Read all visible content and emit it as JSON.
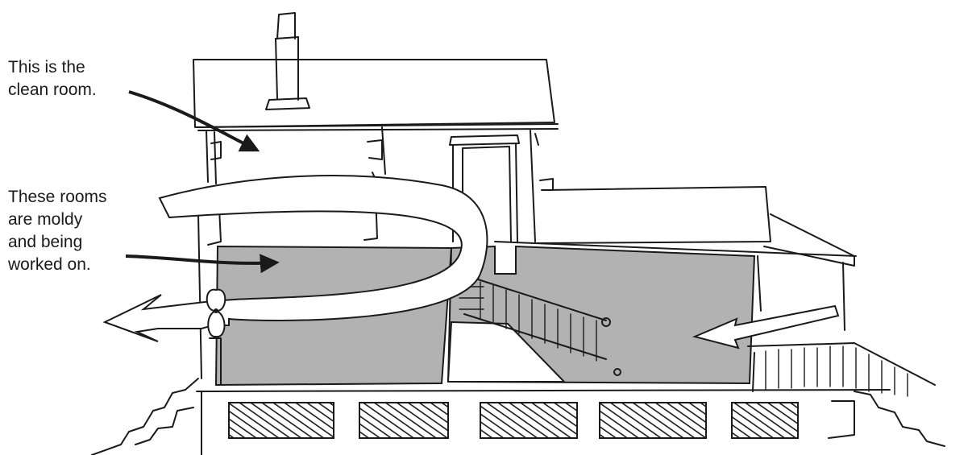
{
  "annotations": {
    "clean_room": [
      "This is the",
      "clean room."
    ],
    "moldy_rooms": [
      "These rooms",
      "are moldy",
      "and being",
      "worked on."
    ]
  },
  "colors": {
    "ink": "#1a1a1a",
    "moldy_fill": "#b2b2b2",
    "background": "#ffffff"
  },
  "icons": {
    "exhaust_fan": "fan-icon",
    "airflow": "airflow-arrow-icon"
  }
}
